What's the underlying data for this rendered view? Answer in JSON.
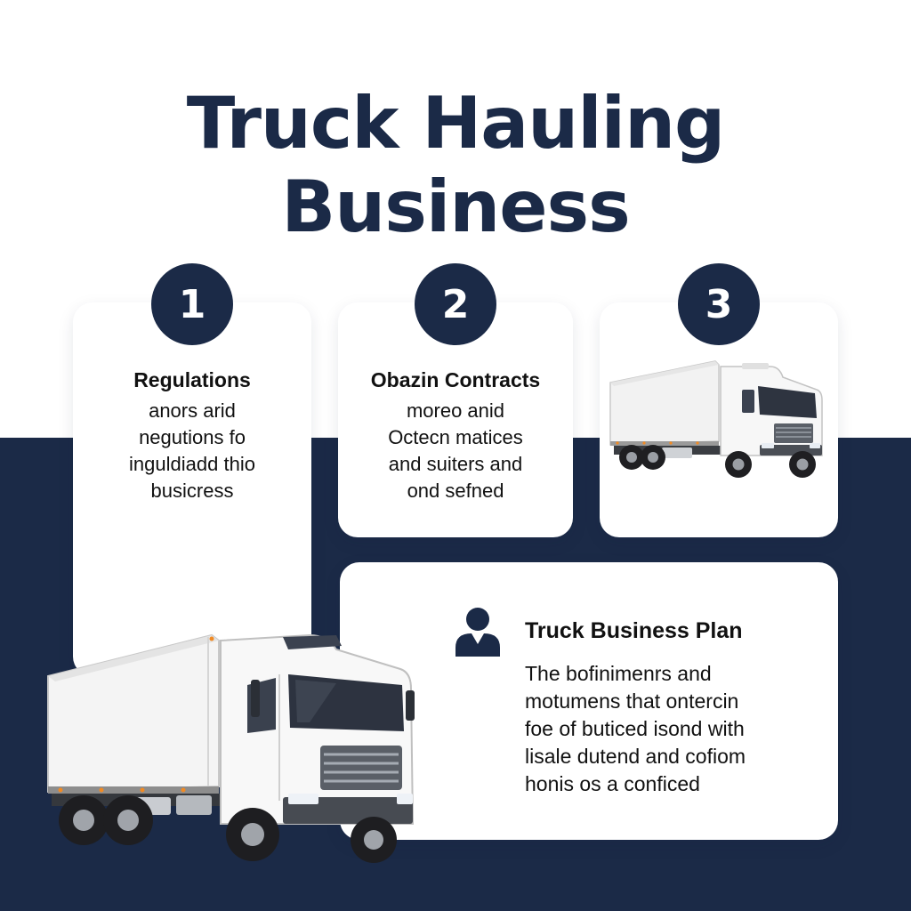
{
  "title": {
    "line1": "Truck Hauling",
    "line2": "Business"
  },
  "steps": [
    {
      "number": "1",
      "heading": "Regulations",
      "body": [
        "anors arid",
        "negutions fo",
        "ingul​diadd thio",
        "busicress"
      ]
    },
    {
      "number": "2",
      "heading": "Obazin Contracts",
      "body": [
        "moreo anid",
        "Octecn matices",
        "and suiters and",
        "ond sefned"
      ]
    },
    {
      "number": "3",
      "image": "white-box-truck"
    }
  ],
  "plan": {
    "icon": "person-icon",
    "heading": "Truck Business Plan",
    "body": [
      "The bofinimenrs and",
      "motumens that ontercin",
      "foe of buticed isond with",
      "lisale dutend and cofiom",
      "honis os a conficed"
    ]
  },
  "colors": {
    "navy": "#1b2a47",
    "white": "#ffffff",
    "text": "#111111"
  }
}
